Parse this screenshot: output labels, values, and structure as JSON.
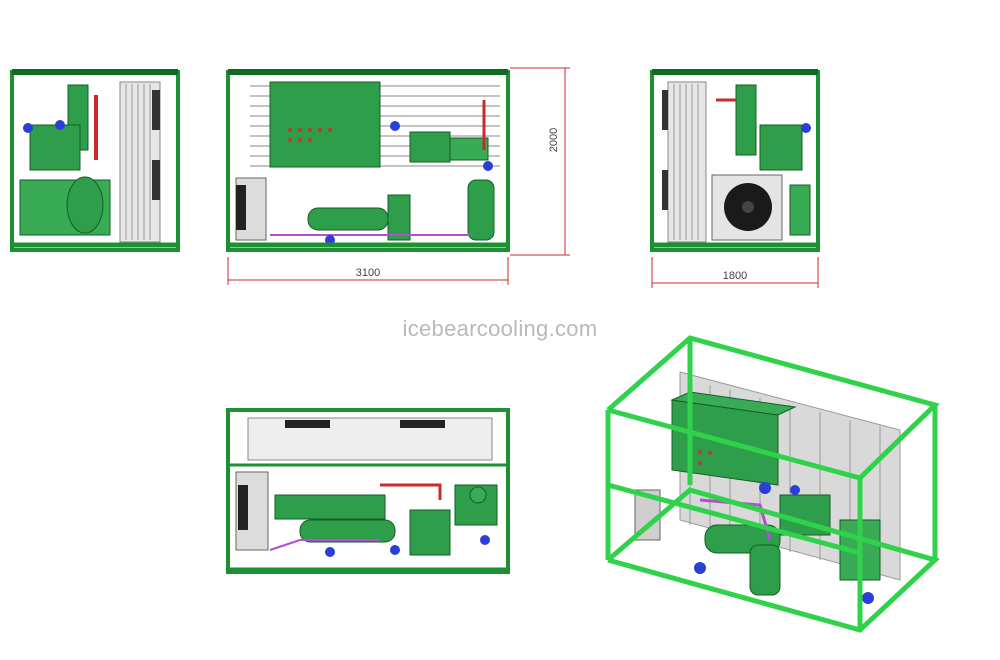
{
  "watermark": "icebearcooling.com",
  "dimensions": {
    "length": "3100",
    "height": "2000",
    "width": "1800"
  },
  "colors": {
    "frame": "#1fa53a",
    "frame_dark": "#0e6b22",
    "equipment": "#2e9e4a",
    "coil": "#8a8a8a",
    "dimension_line": "#cc2b2b",
    "pipe": "#b04fd0",
    "valve": "#2a3fd8"
  }
}
